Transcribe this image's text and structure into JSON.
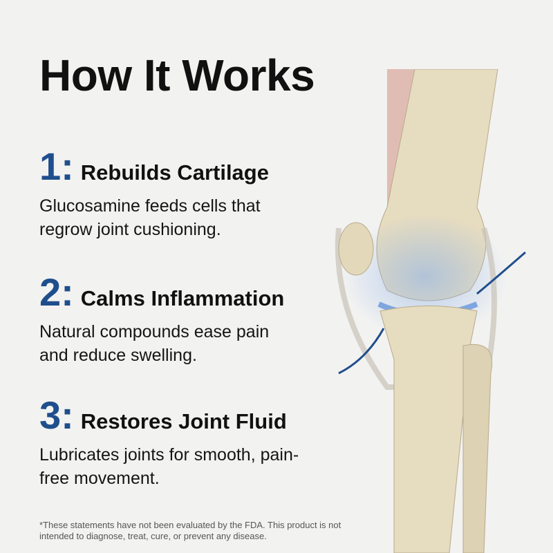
{
  "title": "How It Works",
  "steps": [
    {
      "number": "1:",
      "heading": "Rebuilds Cartilage",
      "text": "Glucosamine feeds cells that regrow joint cushioning."
    },
    {
      "number": "2:",
      "heading": "Calms Inflammation",
      "text": "Natural compounds ease pain and reduce swelling."
    },
    {
      "number": "3:",
      "heading": "Restores Joint Fluid",
      "text": "Lubricates joints for smooth, pain-free movement."
    }
  ],
  "disclaimer": "*These statements have not been evaluated by the FDA. This product is not intended to diagnose, treat, cure, or prevent any disease.",
  "colors": {
    "accent": "#1f4e8c",
    "background": "#f2f2f1",
    "bone": "#e6dcc0",
    "glow": "#8fb3e8"
  }
}
